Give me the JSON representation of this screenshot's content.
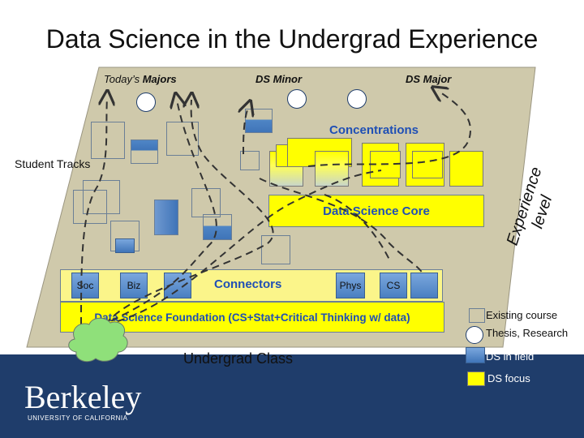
{
  "slide": {
    "title": "Data Science in the Undergrad Experience"
  },
  "top_labels": {
    "majors_prefix": "Today’s ",
    "majors_bold": "Majors",
    "ds_minor": "DS Minor",
    "ds_major": "DS Major"
  },
  "side_labels": {
    "student_tracks": "Student Tracks",
    "experience_level": "Experience level",
    "undergrad_class": "Undergrad Class"
  },
  "blocks": {
    "concentrations": "Concentrations",
    "ds_core": "Data Science Core",
    "connectors": "Connectors",
    "foundation": "Data Science Foundation (CS+Stat+Critical Thinking w/ data)"
  },
  "connector_buttons": [
    "Soc",
    "Biz",
    "Phys",
    "CS"
  ],
  "legend": [
    {
      "text": "Existing course"
    },
    {
      "text": "Thesis, Research"
    },
    {
      "text": "DS in field"
    },
    {
      "text": "DS focus"
    }
  ],
  "branding": {
    "name": "Berkeley",
    "sub": "UNIVERSITY OF CALIFORNIA"
  },
  "colors": {
    "navy": "#1f3d6b",
    "yellow": "#ffff00",
    "plane": "#cdc7a9",
    "accent_blue": "#1f4fb5"
  }
}
